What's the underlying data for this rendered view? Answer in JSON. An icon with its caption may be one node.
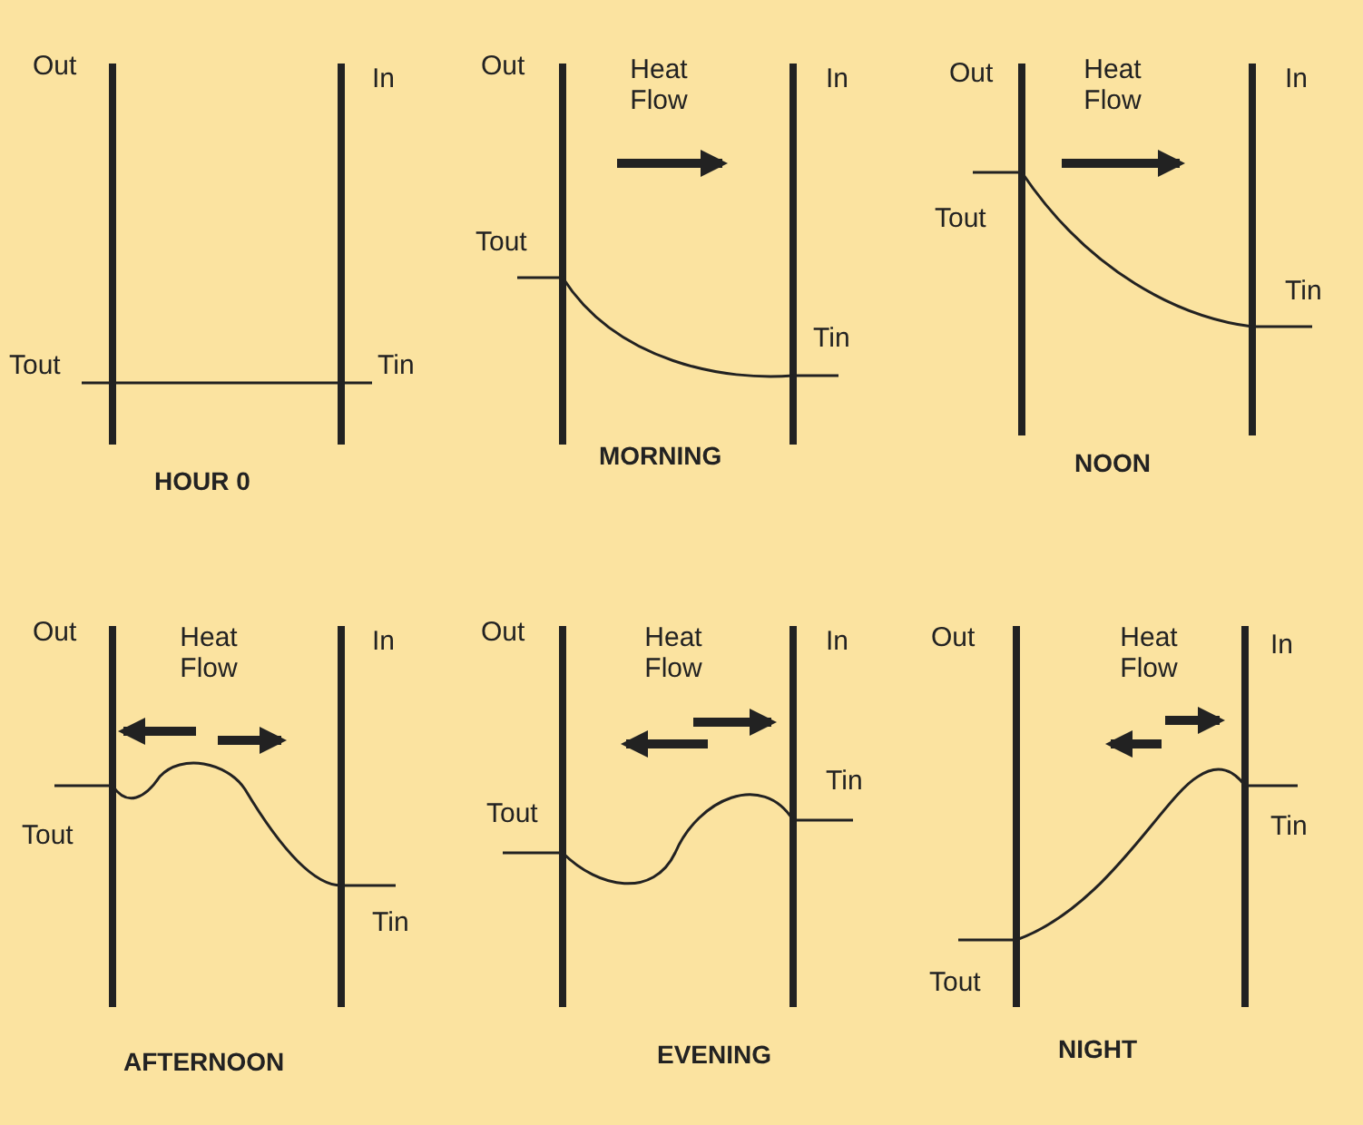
{
  "diagram": {
    "labels": [
      "Out",
      "In",
      "Tout",
      "Tin",
      "HOUR 0",
      "Out",
      "Heat Flow",
      "In",
      "Tout",
      "Tin",
      "MORNING",
      "Out",
      "Heat Flow",
      "In",
      "Tout",
      "Tin",
      "NOON",
      "Out",
      "Heat Flow",
      "In",
      "Tout",
      "Tin",
      "AFTERNOON",
      "Out",
      "Heat Flow",
      "In",
      "Tout",
      "Tin",
      "EVENING",
      "Out",
      "Heat Flow",
      "In",
      "Tout",
      "Tin",
      "NIGHT"
    ]
  }
}
